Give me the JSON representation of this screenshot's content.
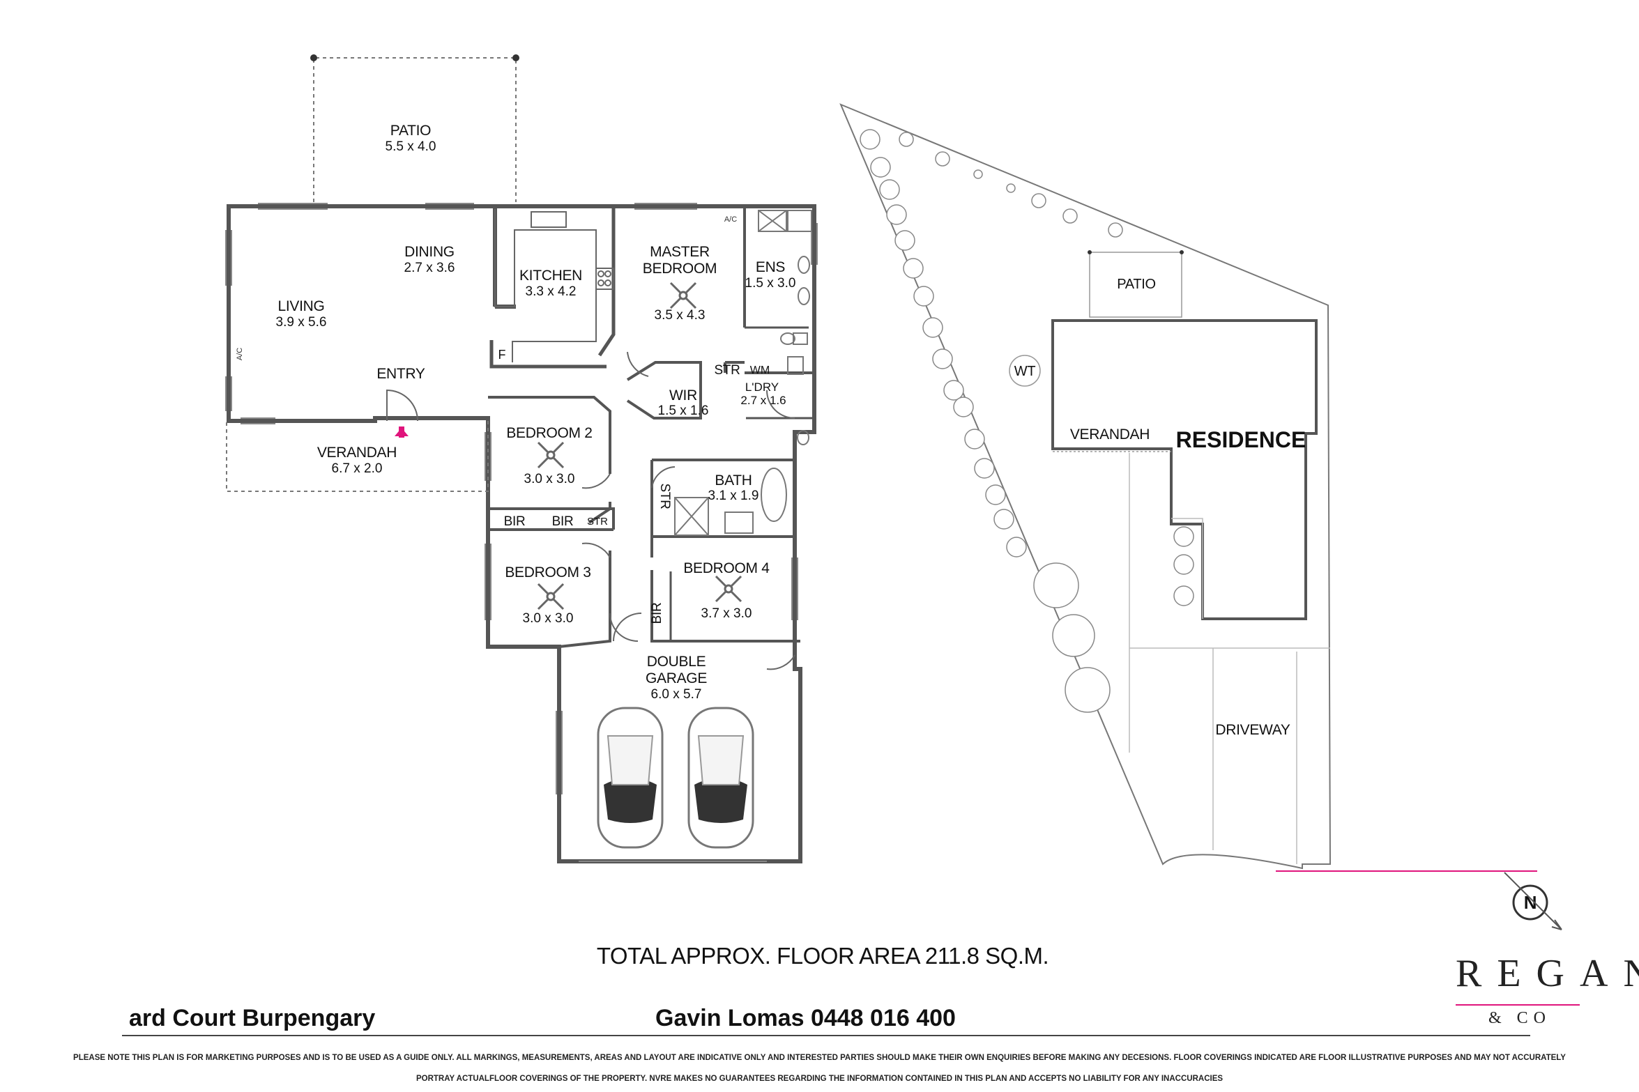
{
  "rooms": {
    "patio": {
      "name": "PATIO",
      "size": "5.5 x 4.0"
    },
    "dining": {
      "name": "DINING",
      "size": "2.7 x 3.6"
    },
    "living": {
      "name": "LIVING",
      "size": "3.9 x 5.6"
    },
    "kitchen": {
      "name": "KITCHEN",
      "size": "3.3 x 4.2"
    },
    "master": {
      "name1": "MASTER",
      "name2": "BEDROOM",
      "size": "3.5 x 4.3"
    },
    "ens": {
      "name": "ENS",
      "size": "1.5 x 3.0"
    },
    "entry": {
      "name": "ENTRY"
    },
    "verandah": {
      "name": "VERANDAH",
      "size": "6.7 x 2.0"
    },
    "wir": {
      "name": "WIR",
      "size": "1.5 x 1.6"
    },
    "laundry": {
      "name": "L'DRY",
      "size": "2.7 x 1.6"
    },
    "bedroom2": {
      "name": "BEDROOM 2",
      "size": "3.0 x 3.0"
    },
    "bath": {
      "name": "BATH",
      "size": "3.1 x 1.9"
    },
    "bedroom3": {
      "name": "BEDROOM 3",
      "size": "3.0 x 3.0"
    },
    "bedroom4": {
      "name": "BEDROOM 4",
      "size": "3.7 x 3.0"
    },
    "garage": {
      "name1": "DOUBLE",
      "name2": "GARAGE",
      "size": "6.0 x 5.7"
    }
  },
  "small_labels": {
    "str": "STR",
    "wm": "WM",
    "bir": "BIR",
    "fridge": "F",
    "ac": "A/C"
  },
  "site": {
    "patio": "PATIO",
    "wt": "WT",
    "verandah": "VERANDAH",
    "residence": "RESIDENCE",
    "driveway": "DRIVEWAY"
  },
  "compass": "N",
  "total_area": "TOTAL APPROX. FLOOR AREA 211.8 SQ.M.",
  "address": "ard Court Burpengary",
  "agent": "Gavin Lomas  0448 016 400",
  "brand": {
    "name": "REGAN",
    "sub": "& CO",
    "accent": "#e0147c"
  },
  "disclaimer": {
    "line1": "PLEASE NOTE THIS PLAN IS FOR MARKETING PURPOSES AND IS TO BE USED AS A GUIDE ONLY. ALL MARKINGS, MEASUREMENTS, AREAS AND LAYOUT ARE INDICATIVE ONLY AND INTERESTED PARTIES SHOULD MAKE THEIR OWN ENQUIRIES BEFORE MAKING ANY DECESIONS. FLOOR COVERINGS INDICATED ARE FLOOR ILLUSTRATIVE PURPOSES AND MAY NOT ACCURATELY",
    "line2": "PORTRAY ACTUALFLOOR COVERINGS OF THE PROPERTY. NVRE MAKES NO GUARANTEES  REGARDING THE INFORMATION CONTAINED IN THIS PLAN AND ACCEPTS NO LIABILITY FOR ANY INACCURACIES"
  }
}
